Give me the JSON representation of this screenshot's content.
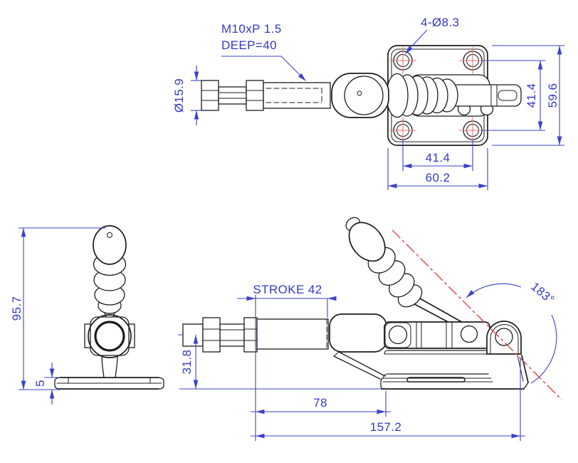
{
  "drawing_title": "toggle clamp orthographic views",
  "colors": {
    "line": "#1c1c1c",
    "dimension": "#3b42cc",
    "dimension_text": "#3338c6",
    "centerline": "#e04343",
    "center_mark": "#e87070",
    "background": "#ffffff"
  },
  "views": {
    "top": {
      "thread_note_line1": "M10xP 1.5",
      "thread_note_line2": "DEEP=40",
      "holes_note": "4-Ø8.3",
      "spindle_diameter": "Ø15.9",
      "hole_spacing_vertical": "41.4",
      "plate_height": "59.6",
      "hole_spacing_horizontal": "41.4",
      "plate_width": "60.2"
    },
    "front": {
      "overall_height": "95.7",
      "base_thickness": "5"
    },
    "side": {
      "stroke_note": "STROKE 42",
      "axis_height": "31.8",
      "base_offset": "78",
      "overall_length": "157.2",
      "opening_angle": "183°"
    }
  }
}
